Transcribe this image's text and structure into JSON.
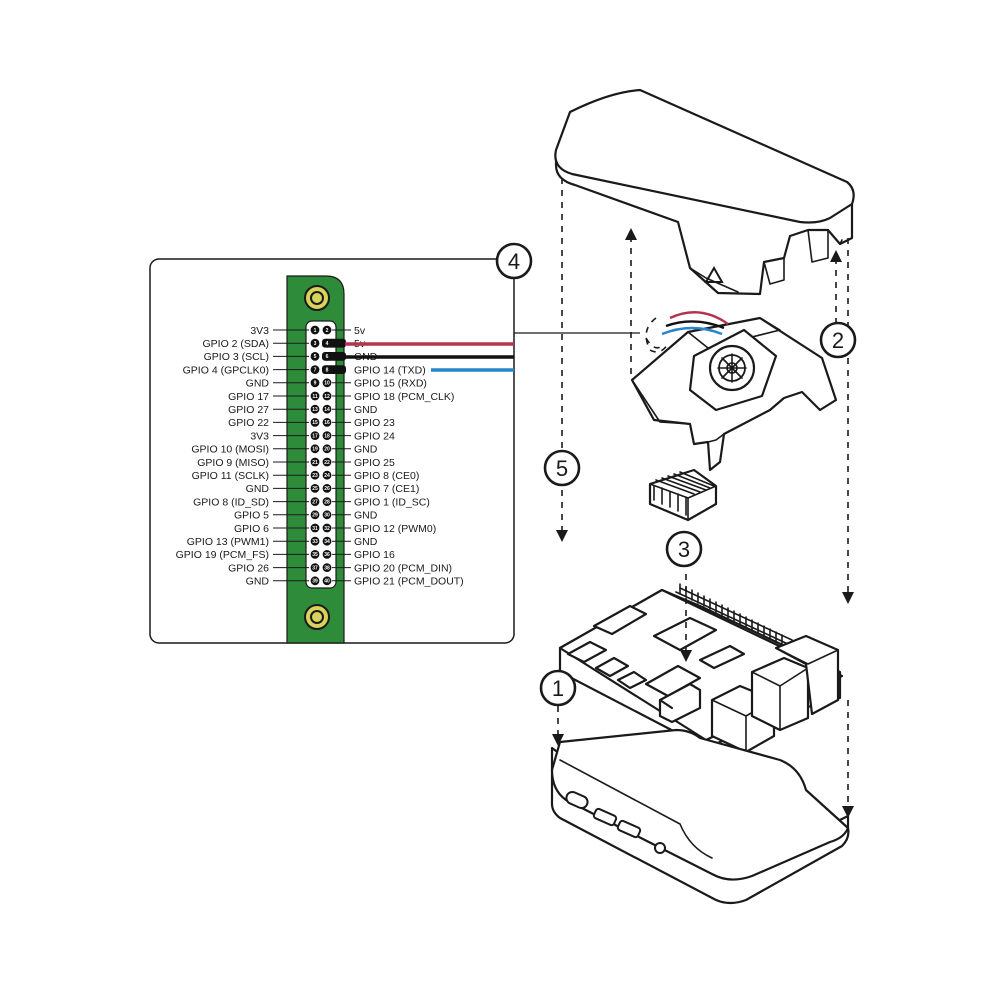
{
  "colors": {
    "header_green": "#2e8b3a",
    "pin_black": "#111111",
    "wire_red": "#b5334f",
    "wire_black": "#111111",
    "wire_blue": "#2a86c9",
    "mount_hole_yellow": "#d8d35a",
    "ink": "#1a1a1a"
  },
  "steps": [
    {
      "label": "1",
      "icon": "circled-number"
    },
    {
      "label": "2",
      "icon": "circled-number"
    },
    {
      "label": "3",
      "icon": "circled-number"
    },
    {
      "label": "4",
      "icon": "circled-number"
    },
    {
      "label": "5",
      "icon": "circled-number"
    }
  ],
  "gpio": {
    "left": [
      "3V3",
      "GPIO 2 (SDA)",
      "GPIO 3 (SCL)",
      "GPIO 4 (GPCLK0)",
      "GND",
      "GPIO 17",
      "GPIO 27",
      "GPIO 22",
      "3V3",
      "GPIO 10 (MOSI)",
      "GPIO 9 (MISO)",
      "GPIO 11 (SCLK)",
      "GND",
      "GPIO 8 (ID_SD)",
      "GPIO 5",
      "GPIO 6",
      "GPIO 13 (PWM1)",
      "GPIO 19 (PCM_FS)",
      "GPIO 26",
      "GND"
    ],
    "right": [
      "5v",
      "5v",
      "GND",
      "GPIO 14 (TXD)",
      "GPIO 15 (RXD)",
      "GPIO 18 (PCM_CLK)",
      "GND",
      "GPIO 23",
      "GPIO 24",
      "GND",
      "GPIO 25",
      "GPIO 8 (CE0)",
      "GPIO 7 (CE1)",
      "GPIO 1 (ID_SC)",
      "GND",
      "GPIO 12 (PWM0)",
      "GND",
      "GPIO 16",
      "GPIO 20 (PCM_DIN)",
      "GPIO 21 (PCM_DOUT)"
    ],
    "odd_pins": [
      "1",
      "3",
      "5",
      "7",
      "9",
      "11",
      "13",
      "15",
      "17",
      "19",
      "21",
      "23",
      "25",
      "27",
      "29",
      "31",
      "33",
      "35",
      "37",
      "39"
    ],
    "even_pins": [
      "2",
      "4",
      "6",
      "8",
      "10",
      "12",
      "14",
      "16",
      "18",
      "20",
      "22",
      "24",
      "26",
      "28",
      "30",
      "32",
      "34",
      "36",
      "38",
      "40"
    ],
    "connected_pins": [
      "4",
      "6",
      "8"
    ]
  }
}
